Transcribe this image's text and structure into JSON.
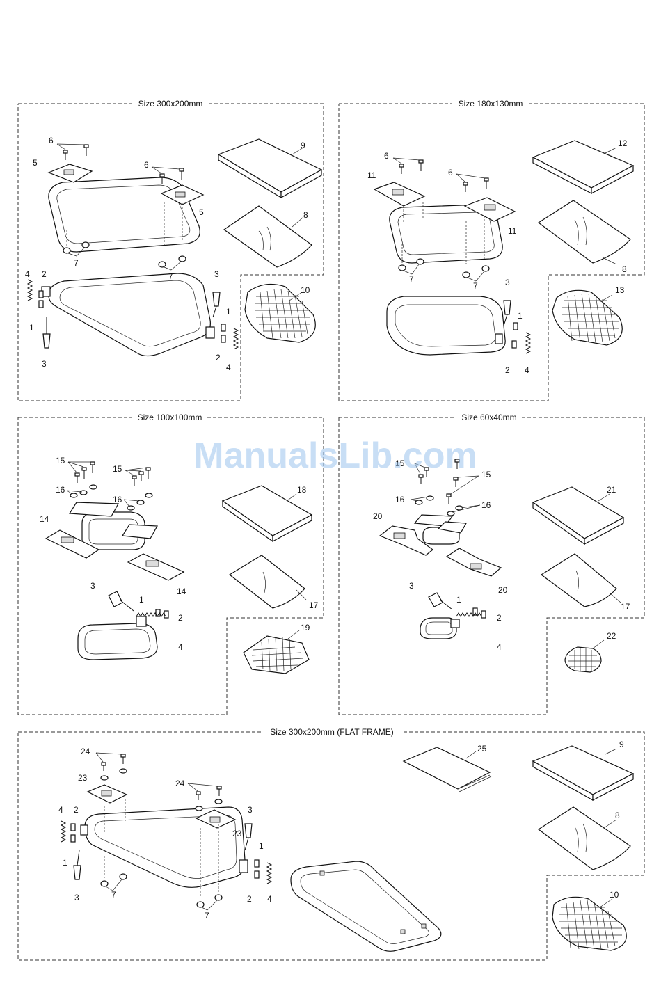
{
  "watermark": "ManualsLib.com",
  "panels": [
    {
      "title": "Size 300x200mm",
      "labels": {
        "l6a": "6",
        "l5a": "5",
        "l6b": "6",
        "l5b": "5",
        "l9": "9",
        "l8": "8",
        "l7a": "7",
        "l7b": "7",
        "l4a": "4",
        "l2a": "2",
        "l1a": "1",
        "l3a": "3",
        "l3b": "3",
        "l1b": "1",
        "l2b": "2",
        "l4b": "4",
        "l10": "10"
      }
    },
    {
      "title": "Size 180x130mm",
      "labels": {
        "l6a": "6",
        "l11a": "11",
        "l6b": "6",
        "l11b": "11",
        "l12": "12",
        "l8": "8",
        "l7a": "7",
        "l7b": "7",
        "l3": "3",
        "l1": "1",
        "l2": "2",
        "l4": "4",
        "l13": "13"
      }
    },
    {
      "title": "Size 100x100mm",
      "labels": {
        "l15a": "15",
        "l15b": "15",
        "l16a": "16",
        "l16b": "16",
        "l14a": "14",
        "l14b": "14",
        "l18": "18",
        "l17": "17",
        "l3": "3",
        "l1": "1",
        "l2": "2",
        "l4": "4",
        "l19": "19"
      }
    },
    {
      "title": "Size 60x40mm",
      "labels": {
        "l15a": "15",
        "l15b": "15",
        "l16a": "16",
        "l16b": "16",
        "l20a": "20",
        "l20b": "20",
        "l21": "21",
        "l17": "17",
        "l3": "3",
        "l1": "1",
        "l2": "2",
        "l4": "4",
        "l22": "22"
      }
    },
    {
      "title": "Size 300x200mm (FLAT FRAME)",
      "labels": {
        "l24a": "24",
        "l23a": "23",
        "l24b": "24",
        "l23b": "23",
        "l4a": "4",
        "l2a": "2",
        "l1a": "1",
        "l3a": "3",
        "l7a": "7",
        "l7b": "7",
        "l3b": "3",
        "l1b": "1",
        "l2b": "2",
        "l4b": "4",
        "l25": "25",
        "l9": "9",
        "l8": "8",
        "l10": "10"
      }
    }
  ]
}
